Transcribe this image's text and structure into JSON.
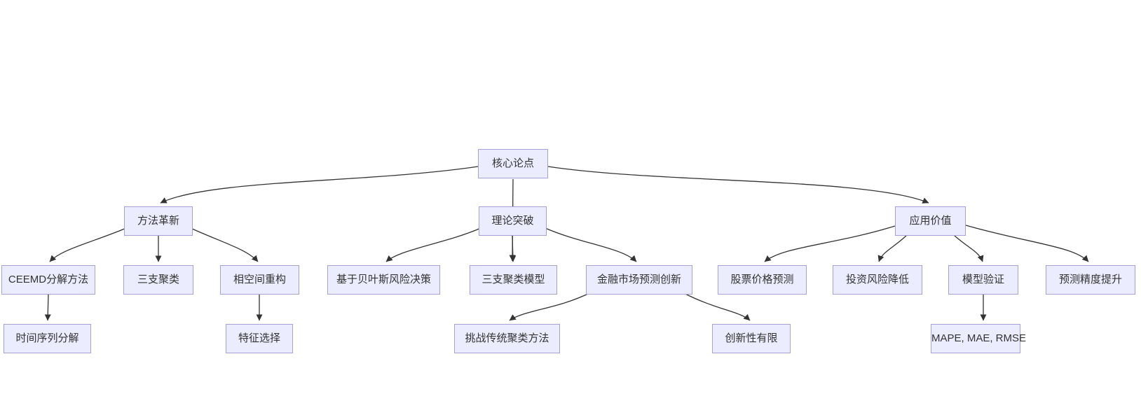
{
  "diagram": {
    "type": "flowchart",
    "orientation": "top-down",
    "background_color": "#ffffff",
    "node_fill_color": "#ECECFF",
    "node_border_color": "#A5A0D6",
    "edge_color": "#333333",
    "text_color": "#333333",
    "nodes": [
      {
        "id": "core-thesis",
        "label": "核心论点",
        "level": 1
      },
      {
        "id": "method-innovation",
        "label": "方法革新",
        "level": 2
      },
      {
        "id": "theory-breakthrough",
        "label": "理论突破",
        "level": 2
      },
      {
        "id": "application-value",
        "label": "应用价值",
        "level": 2
      },
      {
        "id": "ceemd-decomposition",
        "label": "CEEMD分解方法",
        "level": 3
      },
      {
        "id": "three-way-clustering",
        "label": "三支聚类",
        "level": 3
      },
      {
        "id": "phase-space-reconstruction",
        "label": "相空间重构",
        "level": 3
      },
      {
        "id": "bayesian-risk-decision",
        "label": "基于贝叶斯风险决策",
        "level": 3
      },
      {
        "id": "three-way-clustering-model",
        "label": "三支聚类模型",
        "level": 3
      },
      {
        "id": "financial-market-forecast-innovation",
        "label": "金融市场预测创新",
        "level": 3
      },
      {
        "id": "stock-price-prediction",
        "label": "股票价格预测",
        "level": 3
      },
      {
        "id": "investment-risk-reduction",
        "label": "投资风险降低",
        "level": 3
      },
      {
        "id": "model-validation",
        "label": "模型验证",
        "level": 3
      },
      {
        "id": "prediction-accuracy-improvement",
        "label": "预测精度提升",
        "level": 3
      },
      {
        "id": "time-series-decomposition",
        "label": "时间序列分解",
        "level": 4
      },
      {
        "id": "feature-selection",
        "label": "特征选择",
        "level": 4
      },
      {
        "id": "challenge-traditional-clustering",
        "label": "挑战传统聚类方法",
        "level": 4
      },
      {
        "id": "limited-innovation",
        "label": "创新性有限",
        "level": 4
      },
      {
        "id": "metrics",
        "label": "MAPE, MAE, RMSE",
        "level": 4
      }
    ],
    "edges": [
      {
        "from": "核心论点",
        "to": "方法革新"
      },
      {
        "from": "核心论点",
        "to": "理论突破"
      },
      {
        "from": "核心论点",
        "to": "应用价值"
      },
      {
        "from": "方法革新",
        "to": "CEEMD分解方法"
      },
      {
        "from": "方法革新",
        "to": "三支聚类"
      },
      {
        "from": "方法革新",
        "to": "相空间重构"
      },
      {
        "from": "理论突破",
        "to": "基于贝叶斯风险决策"
      },
      {
        "from": "理论突破",
        "to": "三支聚类模型"
      },
      {
        "from": "理论突破",
        "to": "金融市场预测创新"
      },
      {
        "from": "应用价值",
        "to": "股票价格预测"
      },
      {
        "from": "应用价值",
        "to": "投资风险降低"
      },
      {
        "from": "应用价值",
        "to": "模型验证"
      },
      {
        "from": "应用价值",
        "to": "预测精度提升"
      },
      {
        "from": "CEEMD分解方法",
        "to": "时间序列分解"
      },
      {
        "from": "相空间重构",
        "to": "特征选择"
      },
      {
        "from": "金融市场预测创新",
        "to": "挑战传统聚类方法"
      },
      {
        "from": "金融市场预测创新",
        "to": "创新性有限"
      },
      {
        "from": "模型验证",
        "to": "MAPE, MAE, RMSE"
      }
    ]
  }
}
